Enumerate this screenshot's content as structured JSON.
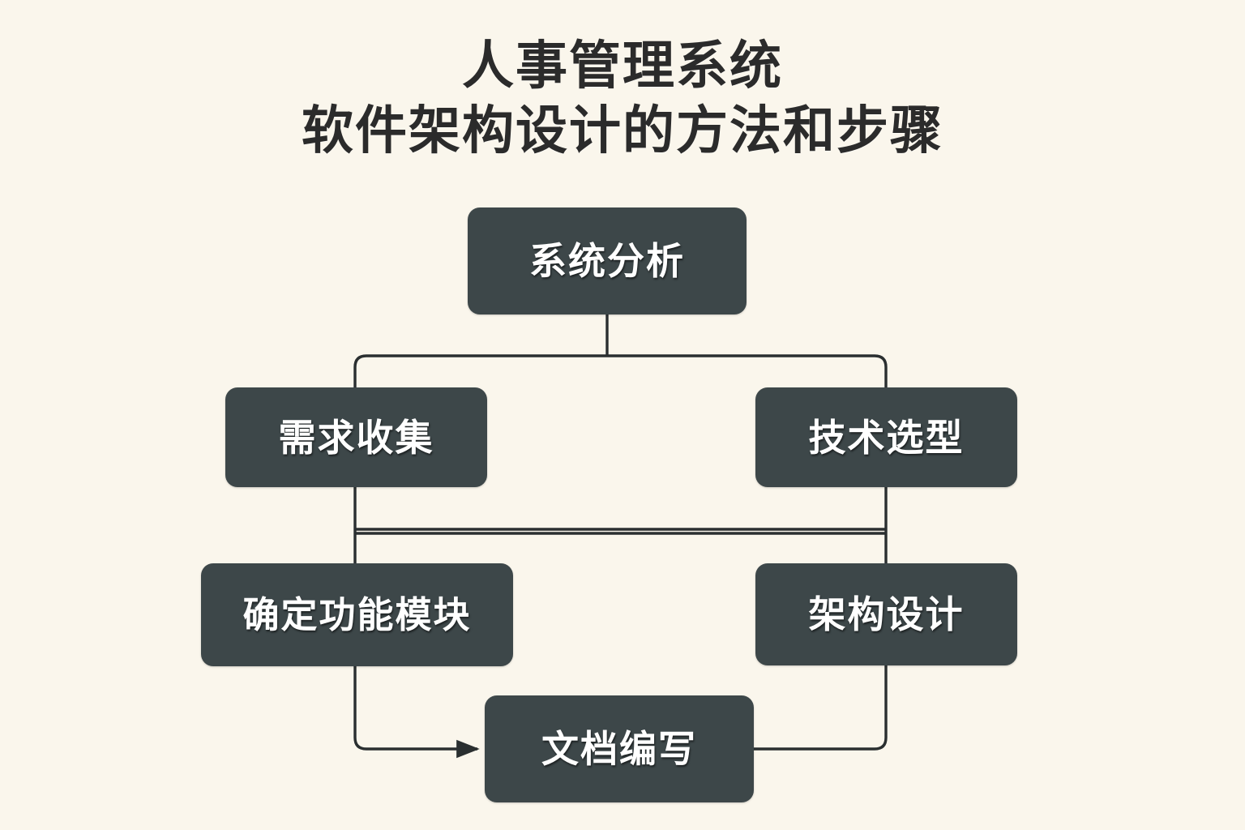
{
  "page": {
    "background_color": "#faf6ec",
    "node_fill_color": "#3d4749",
    "node_text_color": "#ffffff",
    "edge_color": "#2a2f30",
    "title_color": "#2b2b2b"
  },
  "title": {
    "line1": "人事管理系统",
    "line2": "软件架构设计的方法和步骤"
  },
  "chart_data": {
    "type": "diagram",
    "diagram_type": "flowchart",
    "title": "人事管理系统 软件架构设计的方法和步骤",
    "nodes": [
      {
        "id": "system-analysis",
        "label": "系统分析",
        "row": 1,
        "column": "center"
      },
      {
        "id": "requirements",
        "label": "需求收集",
        "row": 2,
        "column": "left"
      },
      {
        "id": "tech-selection",
        "label": "技术选型",
        "row": 2,
        "column": "right"
      },
      {
        "id": "function-modules",
        "label": "确定功能模块",
        "row": 3,
        "column": "left"
      },
      {
        "id": "architecture",
        "label": "架构设计",
        "row": 3,
        "column": "right"
      },
      {
        "id": "documentation",
        "label": "文档编写",
        "row": 4,
        "column": "center"
      }
    ],
    "edges": [
      {
        "from": "system-analysis",
        "to": "requirements",
        "style": "orthogonal",
        "arrow": false
      },
      {
        "from": "system-analysis",
        "to": "tech-selection",
        "style": "orthogonal",
        "arrow": false
      },
      {
        "from": "requirements",
        "to": "function-modules",
        "style": "orthogonal",
        "arrow": false
      },
      {
        "from": "tech-selection",
        "to": "architecture",
        "style": "orthogonal",
        "arrow": false
      },
      {
        "from": "function-modules",
        "to": "documentation",
        "style": "orthogonal",
        "arrow": true
      },
      {
        "from": "architecture",
        "to": "documentation",
        "style": "orthogonal",
        "arrow": false
      }
    ]
  },
  "nodes": {
    "system_analysis": {
      "label": "系统分析"
    },
    "requirements": {
      "label": "需求收集"
    },
    "tech_selection": {
      "label": "技术选型"
    },
    "function_modules": {
      "label": "确定功能模块"
    },
    "architecture": {
      "label": "架构设计"
    },
    "documentation": {
      "label": "文档编写"
    }
  }
}
